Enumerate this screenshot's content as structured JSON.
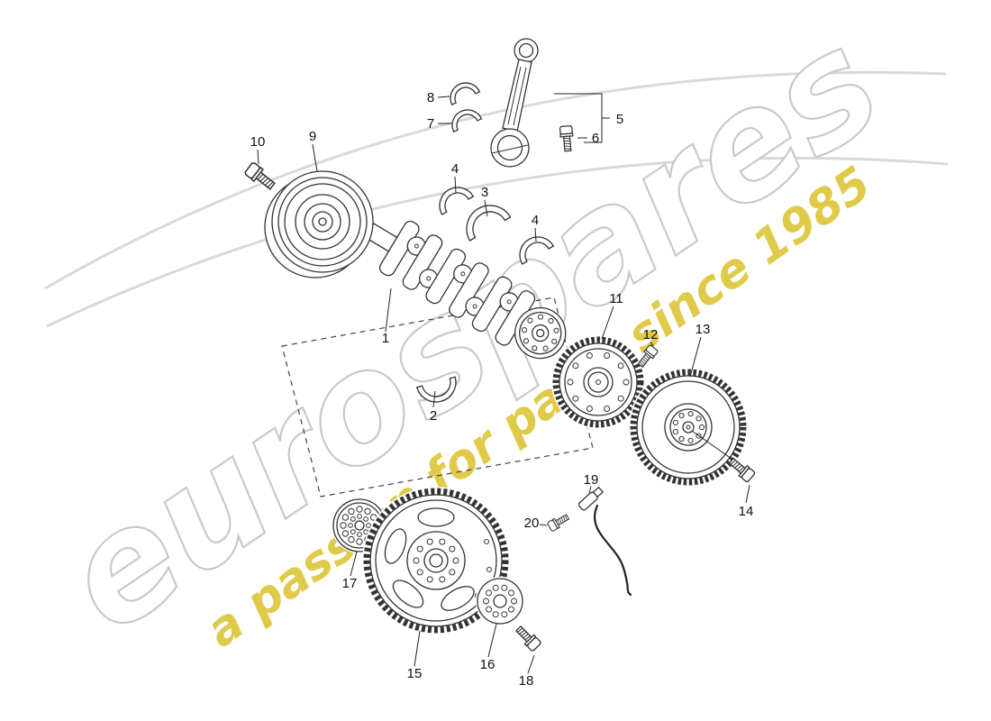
{
  "diagram": {
    "brand": "eurospares",
    "tagline": "a passion for parts since 1985",
    "colors": {
      "line": "#333333",
      "watermark_outline": "#c9c9c9",
      "accent_yellow": "#ddc63a",
      "swoosh": "#d9d9d9"
    },
    "callouts": {
      "c1": "1",
      "c2": "2",
      "c3": "3",
      "c4a": "4",
      "c4b": "4",
      "c5": "5",
      "c6": "6",
      "c7": "7",
      "c8": "8",
      "c9": "9",
      "c10": "10",
      "c11": "11",
      "c12": "12",
      "c13": "13",
      "c14": "14",
      "c15": "15",
      "c16": "16",
      "c17": "17",
      "c18": "18",
      "c19": "19",
      "c20": "20"
    }
  }
}
